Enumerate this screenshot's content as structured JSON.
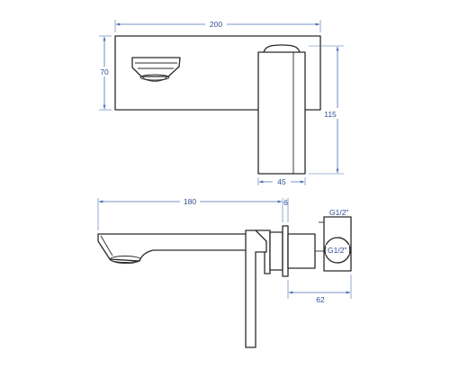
{
  "dimensions": {
    "front_width": "200",
    "front_height": "70",
    "lever_height": "115",
    "lever_width": "45",
    "spout_length": "180",
    "plate_thickness": "6",
    "body_depth": "62"
  },
  "threads": {
    "top_label": "G1/2\"",
    "center_label": "G1/2\""
  },
  "colors": {
    "outline": "#2a2a2a",
    "dimension": "#4a6fb5",
    "dimension_text": "#2d4f92"
  }
}
